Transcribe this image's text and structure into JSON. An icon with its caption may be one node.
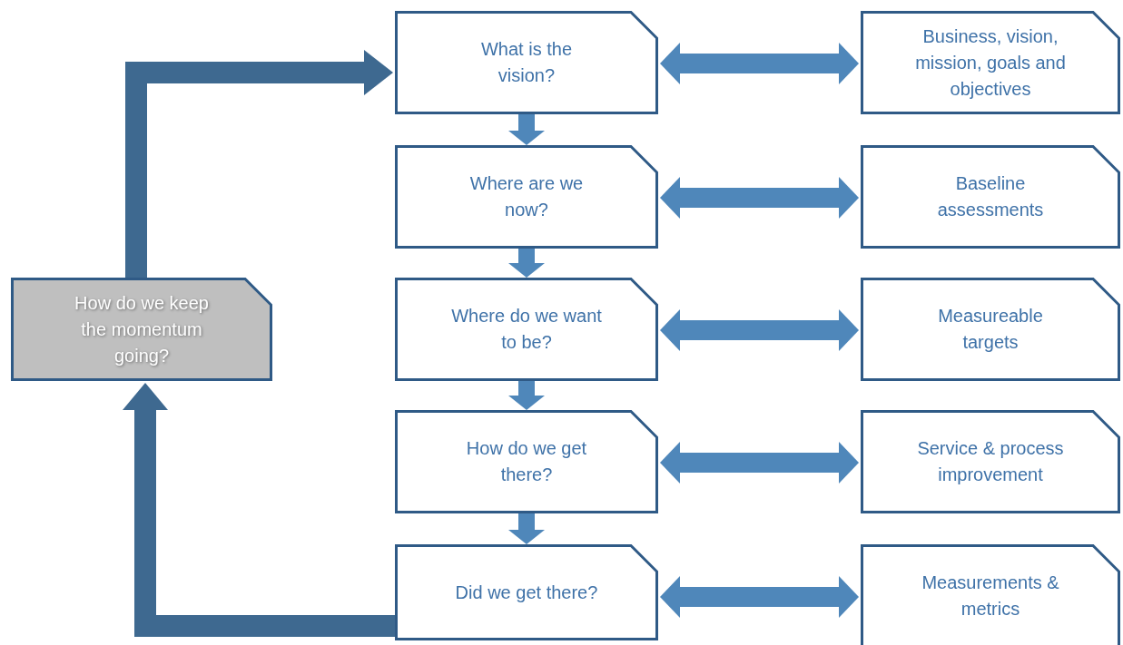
{
  "diagram": {
    "nodes": [
      {
        "text": [
          "What is the vision?"
        ]
      },
      {
        "text": [
          "Business, vision, mission, goals and objectives"
        ]
      },
      {
        "text": [
          "Where are we now?"
        ]
      },
      {
        "text": [
          "Baseline assessments"
        ]
      },
      {
        "text": [
          "Where do we want to be?"
        ]
      },
      {
        "text": [
          "Measureable targets"
        ]
      },
      {
        "text": [
          "How do we get there?"
        ]
      },
      {
        "text": [
          "Service & process improvement"
        ]
      },
      {
        "text": [
          "Did we get there?"
        ]
      },
      {
        "text": [
          "Measurements & metrics"
        ]
      },
      {
        "text": [
          "How do we keep the momentum going?"
        ]
      }
    ],
    "edges": [
      {
        "from": 0,
        "to": 1,
        "arrow": "both"
      },
      {
        "from": 2,
        "to": 3,
        "arrow": "both"
      },
      {
        "from": 4,
        "to": 5,
        "arrow": "both"
      },
      {
        "from": 6,
        "to": 7,
        "arrow": "both"
      },
      {
        "from": 8,
        "to": 9,
        "arrow": "both"
      },
      {
        "from": 0,
        "to": 2,
        "arrow": "to"
      },
      {
        "from": 2,
        "to": 4,
        "arrow": "to"
      },
      {
        "from": 4,
        "to": 6,
        "arrow": "to"
      },
      {
        "from": 6,
        "to": 8,
        "arrow": "to"
      },
      {
        "from": 8,
        "to": 10,
        "arrow": "to",
        "color": "#3e6990"
      },
      {
        "from": 10,
        "to": 0,
        "arrow": "to",
        "color": "#3e6990"
      }
    ]
  }
}
